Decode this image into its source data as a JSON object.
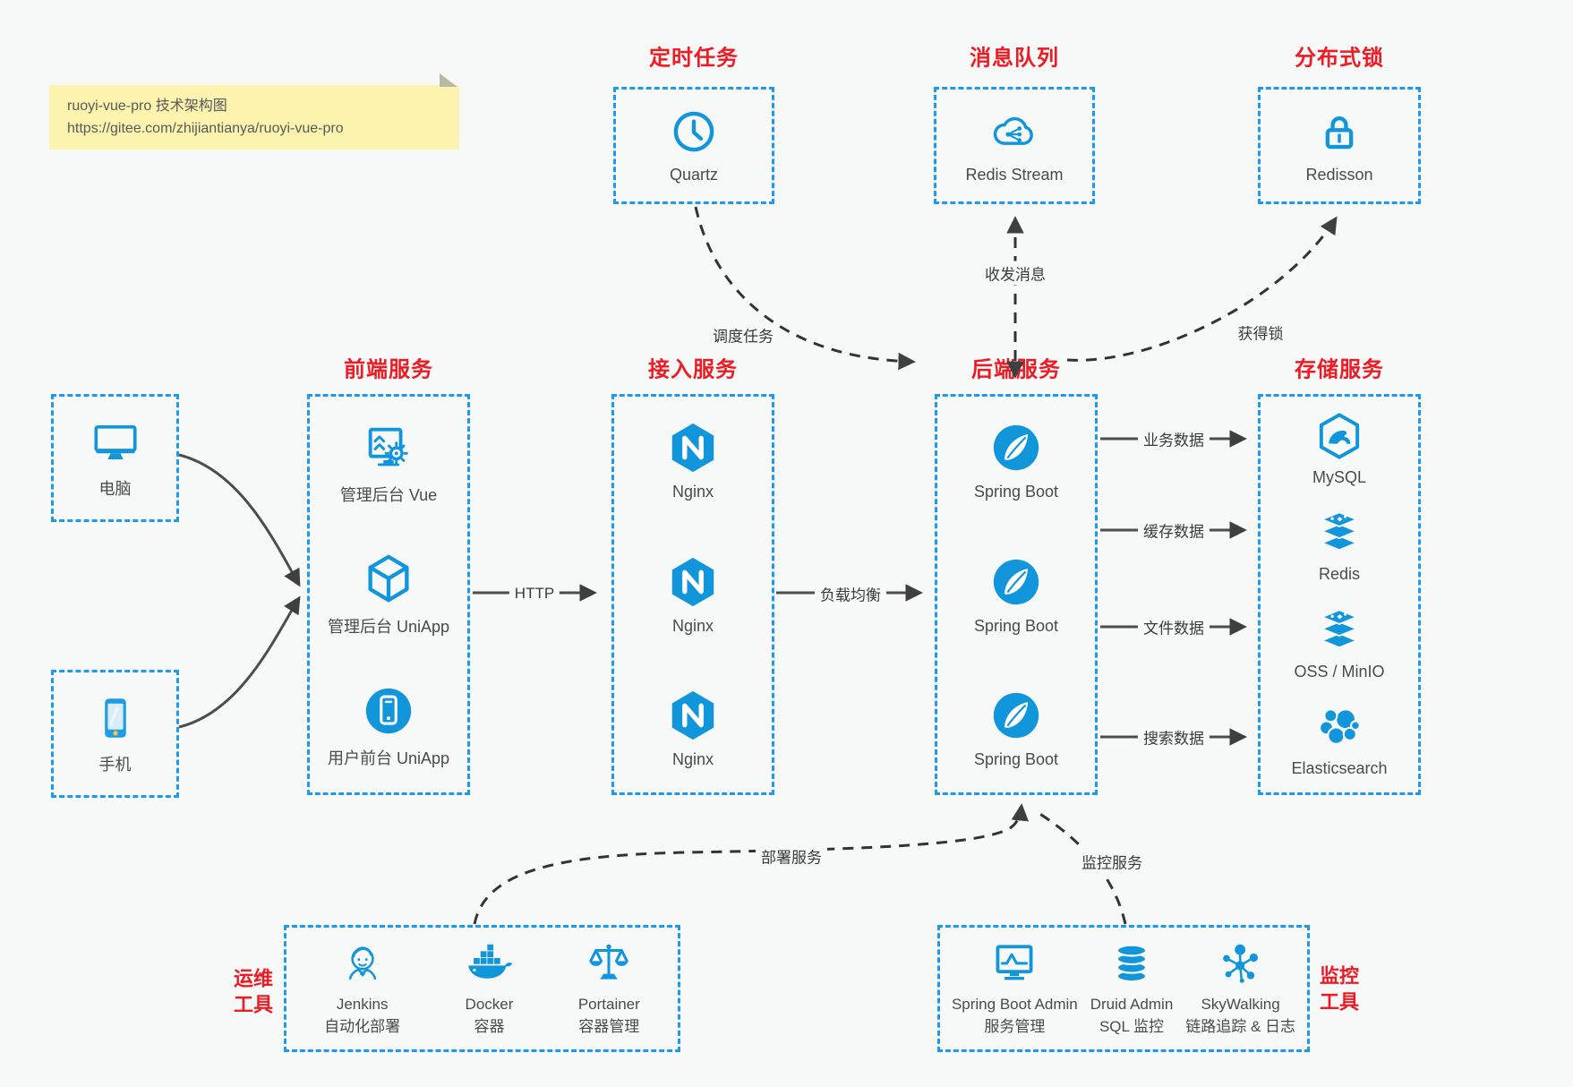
{
  "note": {
    "title": "ruoyi-vue-pro 技术架构图",
    "url": "https://gitee.com/zhijiantianya/ruoyi-vue-pro"
  },
  "colors": {
    "icon_blue": "#1296db",
    "border_blue": "#1b9af0",
    "title_red": "#ed1b24",
    "note_bg": "#fbf3ae",
    "edge_dark": "#3f3f3f"
  },
  "top_services": [
    {
      "id": "quartz",
      "title": "定时任务",
      "label": "Quartz",
      "icon": "clock-icon"
    },
    {
      "id": "redis-stream",
      "title": "消息队列",
      "label": "Redis Stream",
      "icon": "cloud-message-icon"
    },
    {
      "id": "redisson",
      "title": "分布式锁",
      "label": "Redisson",
      "icon": "lock-icon"
    }
  ],
  "clients": [
    {
      "id": "pc",
      "label": "电脑",
      "icon": "computer-icon"
    },
    {
      "id": "mobile",
      "label": "手机",
      "icon": "phone-icon"
    }
  ],
  "columns": [
    {
      "id": "frontend",
      "title": "前端服务",
      "items": [
        {
          "label": "管理后台 Vue",
          "icon": "admin-vue-icon"
        },
        {
          "label": "管理后台 UniApp",
          "icon": "cube-icon"
        },
        {
          "label": "用户前台 UniApp",
          "icon": "mobile-app-icon"
        }
      ]
    },
    {
      "id": "gateway",
      "title": "接入服务",
      "items": [
        {
          "label": "Nginx",
          "icon": "nginx-icon"
        },
        {
          "label": "Nginx",
          "icon": "nginx-icon"
        },
        {
          "label": "Nginx",
          "icon": "nginx-icon"
        }
      ]
    },
    {
      "id": "backend",
      "title": "后端服务",
      "items": [
        {
          "label": "Spring Boot",
          "icon": "spring-boot-icon"
        },
        {
          "label": "Spring Boot",
          "icon": "spring-boot-icon"
        },
        {
          "label": "Spring Boot",
          "icon": "spring-boot-icon"
        }
      ]
    },
    {
      "id": "storage",
      "title": "存储服务",
      "items": [
        {
          "label": "MySQL",
          "icon": "mysql-icon"
        },
        {
          "label": "Redis",
          "icon": "redis-stack-icon"
        },
        {
          "label": "OSS / MinIO",
          "icon": "storage-stack-icon"
        },
        {
          "label": "Elasticsearch",
          "icon": "elasticsearch-icon"
        }
      ]
    }
  ],
  "bottom_groups": [
    {
      "id": "ops",
      "title_lines": [
        "运维",
        "工具"
      ],
      "items": [
        {
          "name": "Jenkins",
          "caption": "自动化部署",
          "icon": "jenkins-icon"
        },
        {
          "name": "Docker",
          "caption": "容器",
          "icon": "docker-icon"
        },
        {
          "name": "Portainer",
          "caption": "容器管理",
          "icon": "portainer-icon"
        }
      ]
    },
    {
      "id": "monitor",
      "title_lines": [
        "监控",
        "工具"
      ],
      "items": [
        {
          "name": "Spring Boot Admin",
          "caption": "服务管理",
          "icon": "monitor-chart-icon"
        },
        {
          "name": "Druid Admin",
          "caption": "SQL 监控",
          "icon": "database-icon"
        },
        {
          "name": "SkyWalking",
          "caption": "链路追踪 & 日志",
          "icon": "skywalking-icon"
        }
      ]
    }
  ],
  "edges": {
    "http": "HTTP",
    "load_balance": "负载均衡",
    "schedule": "调度任务",
    "messaging": "收发消息",
    "lock": "获得锁",
    "business_data": "业务数据",
    "cache_data": "缓存数据",
    "file_data": "文件数据",
    "search_data": "搜索数据",
    "deploy": "部署服务",
    "monitor": "监控服务"
  }
}
